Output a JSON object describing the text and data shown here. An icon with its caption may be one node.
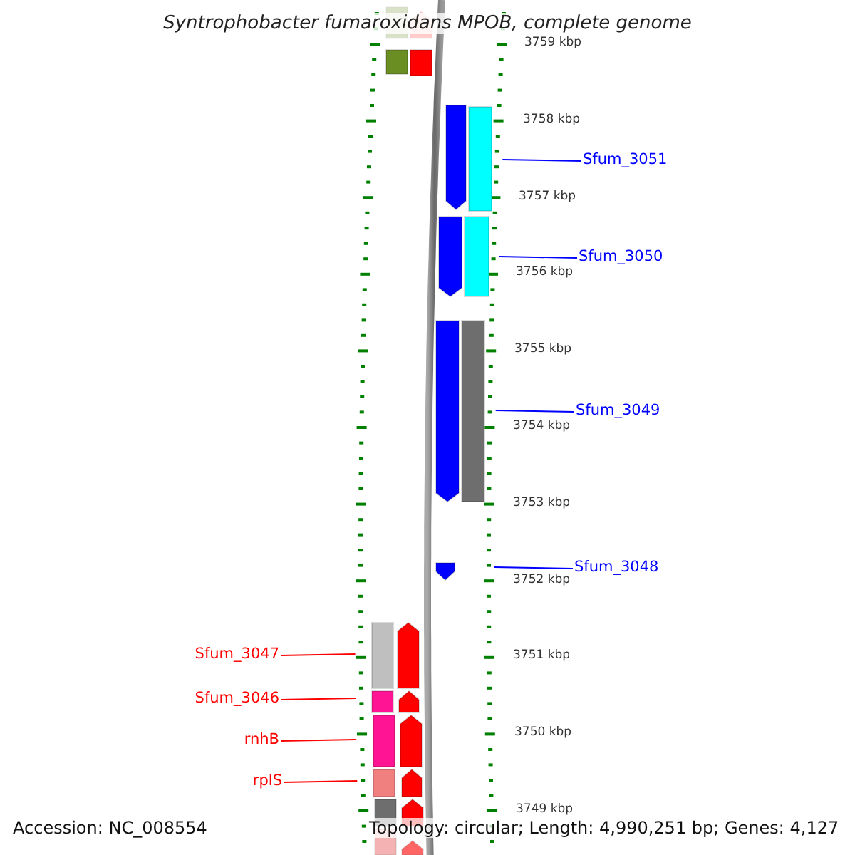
{
  "diagram": {
    "title": "Syntrophobacter fumaroxidans MPOB, complete genome",
    "nodes": [
      {
        "text": [
          "Sfum_3051"
        ]
      },
      {
        "text": [
          "Sfum_3050"
        ]
      },
      {
        "text": [
          "Sfum_3049"
        ]
      },
      {
        "text": [
          "Sfum_3048"
        ]
      },
      {
        "text": [
          "Sfum_3047"
        ]
      },
      {
        "text": [
          "Sfum_3046"
        ]
      },
      {
        "text": [
          "rnhB"
        ]
      },
      {
        "text": [
          "rplS"
        ]
      },
      {
        "text": [],
        "shape": "bar"
      },
      {
        "text": [],
        "shape": "bar"
      }
    ],
    "edges": [
      {
        "from": 0,
        "to": 9,
        "arrow": "none",
        "color": "#0000ff"
      },
      {
        "from": 1,
        "to": 9,
        "arrow": "none",
        "color": "#0000ff"
      },
      {
        "from": 2,
        "to": 9,
        "arrow": "none",
        "color": "#0000ff"
      },
      {
        "from": 3,
        "to": 9,
        "arrow": "none",
        "color": "#0000ff"
      },
      {
        "from": 4,
        "to": 8,
        "arrow": "none",
        "color": "#ff0000"
      },
      {
        "from": 5,
        "to": 8,
        "arrow": "none",
        "color": "#ff0000"
      },
      {
        "from": 6,
        "to": 8,
        "arrow": "none",
        "color": "#ff0000"
      },
      {
        "from": 7,
        "to": 8,
        "arrow": "none",
        "color": "#ff0000"
      }
    ],
    "labels": [
      "3759 kbp",
      "3758 kbp",
      "3757 kbp",
      "3756 kbp",
      "3755 kbp",
      "3754 kbp",
      "3753 kbp",
      "3752 kbp",
      "3751 kbp",
      "3750 kbp",
      "3749 kbp",
      "Accession: NC_008554",
      "Topology: circular; Length: 4,990,251 bp; Genes: 4,127"
    ]
  }
}
